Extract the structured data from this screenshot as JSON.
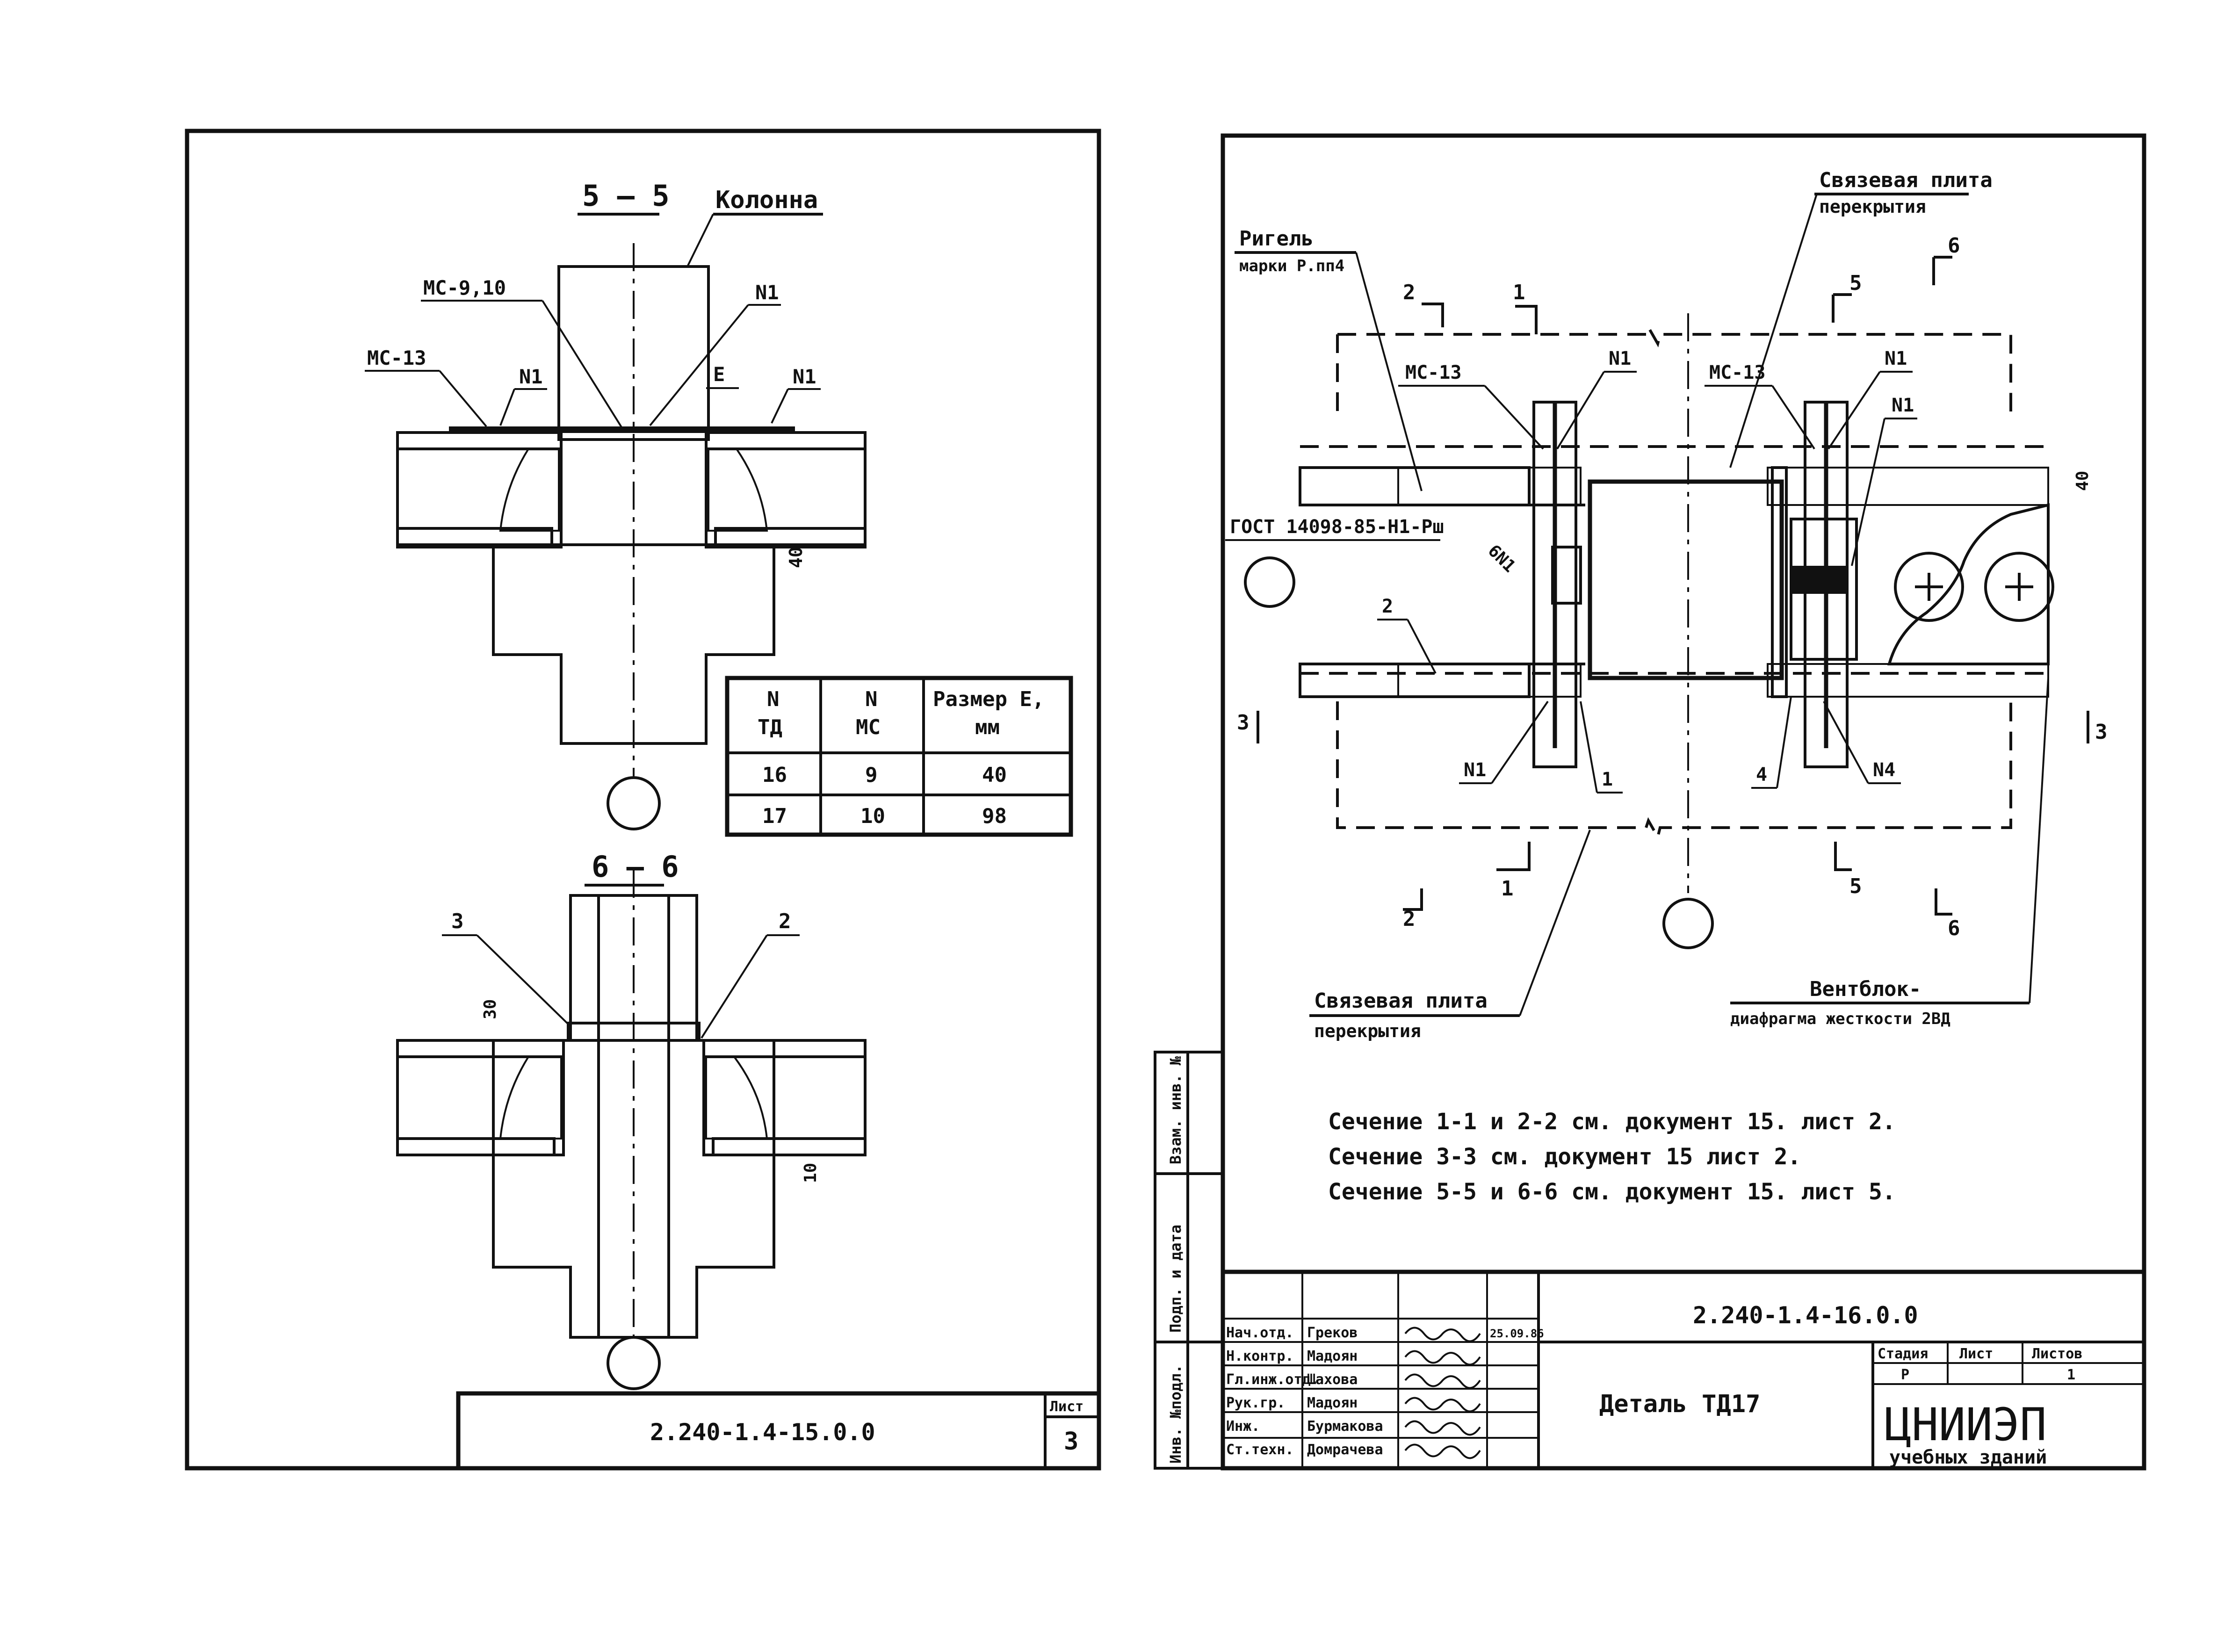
{
  "left_sheet": {
    "section_55": {
      "title": "5 – 5",
      "column_label": "Колонна",
      "labels": {
        "mc910": "МС-9,10",
        "mc13": "МС-13",
        "n1_a": "N1",
        "n1_b": "N1",
        "n1_c": "N1",
        "e": "Е",
        "dim40": "40"
      }
    },
    "table": {
      "headers": [
        [
          "N",
          "ТД"
        ],
        [
          "N",
          "МС"
        ],
        [
          "Размер Е,",
          "мм"
        ]
      ],
      "rows": [
        [
          "16",
          "9",
          "40"
        ],
        [
          "17",
          "10",
          "98"
        ]
      ]
    },
    "section_66": {
      "title": "6 – 6",
      "labels": {
        "n3": "3",
        "n2": "2",
        "dim30": "30",
        "dim10": "10"
      }
    },
    "title_block": {
      "code": "2.240-1.4-15.0.0",
      "sheet_label": "Лист",
      "sheet_number": "3"
    }
  },
  "right_sheet": {
    "labels": {
      "link_plate_top_1": "Связевая плита",
      "link_plate_top_2": "перекрытия",
      "rigel_1": "Ригель",
      "rigel_2": "марки Р.пп4",
      "gost": "ГОСТ 14098-85-Н1-Рш",
      "six_n1": "6N1",
      "mc13_a": "МС-13",
      "mc13_b": "МС-13",
      "n1_top_a": "N1",
      "n1_top_b": "N1",
      "n1_top_c": "N1",
      "n1_bottom_a": "N1",
      "n1_bottom_b": "N4",
      "num_1": "1",
      "num_2": "2",
      "num_4": "4",
      "dim40": "40",
      "link_plate_bottom_1": "Связевая плита",
      "link_plate_bottom_2": "перекрытия",
      "ventblock_1": "Вентблок-",
      "ventblock_2": "диафрагма жесткости 2ВД"
    },
    "section_marks": [
      "1",
      "1",
      "2",
      "2",
      "3",
      "3",
      "5",
      "5",
      "6",
      "6"
    ],
    "notes": [
      "Сечение 1-1 и 2-2 см. документ 15. лист 2.",
      "Сечение 3-3 см. документ 15 лист 2.",
      "Сечение 5-5 и 6-6 см. документ 15. лист 5."
    ],
    "side_stamp": [
      "Инв. №подл.",
      "Подп. и дата",
      "Взам. инв. №"
    ],
    "title_block": {
      "code": "2.240-1.4-16.0.0",
      "title": "Деталь ТД17",
      "signatures": [
        {
          "role": "Нач.отд.",
          "name": "Греков",
          "date": "25.09.86"
        },
        {
          "role": "Н.контр.",
          "name": "Мадоян",
          "date": ""
        },
        {
          "role": "Гл.инж.отд.",
          "name": "Шахова",
          "date": ""
        },
        {
          "role": "Рук.гр.",
          "name": "Мадоян",
          "date": ""
        },
        {
          "role": "Инж.",
          "name": "Бурмакова",
          "date": ""
        },
        {
          "role": "Ст.техн.",
          "name": "Домрачева",
          "date": ""
        }
      ],
      "stage_header": [
        "Стадия",
        "Лист",
        "Листов"
      ],
      "stage_values": [
        "Р",
        "",
        "1"
      ],
      "org_1": "ЦНИИЭП",
      "org_2": "учебных зданий"
    }
  }
}
